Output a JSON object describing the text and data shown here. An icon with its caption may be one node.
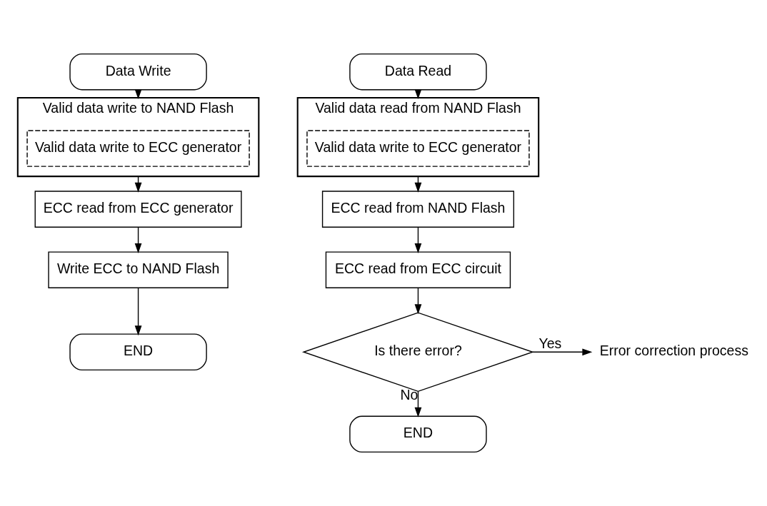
{
  "diagram": {
    "nodes": [
      {
        "text": [
          "Data Write"
        ]
      },
      {
        "text": [
          "Valid data write to NAND Flash"
        ]
      },
      {
        "text": [
          "Valid data write to ECC generator"
        ],
        "in": 1
      },
      {
        "text": [
          "ECC read from ECC generator"
        ]
      },
      {
        "text": [
          "Write ECC to NAND Flash"
        ]
      },
      {
        "text": [
          "END"
        ]
      },
      {
        "text": [
          "Data Read"
        ]
      },
      {
        "text": [
          "Valid data read from NAND Flash"
        ]
      },
      {
        "text": [
          "Valid data write to ECC generator"
        ],
        "in": 7
      },
      {
        "text": [
          "ECC read from NAND Flash"
        ]
      },
      {
        "text": [
          "ECC read from ECC circuit"
        ]
      },
      {
        "text": [
          "Is there error?"
        ]
      },
      {
        "text": [
          "Error correction process"
        ]
      },
      {
        "text": [
          "END"
        ]
      }
    ],
    "edges": [
      {
        "from": 0,
        "to": 1,
        "arrow": "to"
      },
      {
        "from": 1,
        "to": 3,
        "arrow": "to"
      },
      {
        "from": 3,
        "to": 4,
        "arrow": "to"
      },
      {
        "from": 4,
        "to": 5,
        "arrow": "to"
      },
      {
        "from": 6,
        "to": 7,
        "arrow": "to"
      },
      {
        "from": 7,
        "to": 9,
        "arrow": "to"
      },
      {
        "from": 9,
        "to": 10,
        "arrow": "to"
      },
      {
        "from": 10,
        "to": 11,
        "arrow": "to"
      },
      {
        "from": 11,
        "to": 12,
        "arrow": "to",
        "label": "Yes"
      },
      {
        "from": 11,
        "to": 13,
        "arrow": "to",
        "label": "No"
      }
    ]
  }
}
